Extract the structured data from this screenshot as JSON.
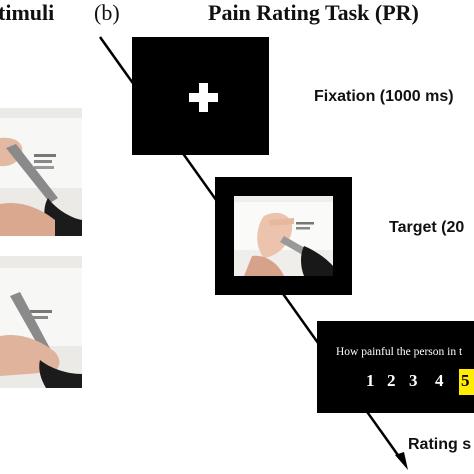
{
  "headings": {
    "stimuli": "timuli",
    "panel": "(b)",
    "task": "Pain Rating Task (PR)"
  },
  "stages": {
    "fixation": "Fixation (1000 ms)",
    "target": "Target (20",
    "rating": "Rating s"
  },
  "rating_screen": {
    "question": "How painful the person in t",
    "scale": [
      "1",
      "2",
      "3",
      "4",
      "5"
    ],
    "highlighted": "5",
    "highlight_color": "#ffec00"
  },
  "colors": {
    "screen": "#000000",
    "text_on_screen": "#ffffff"
  }
}
